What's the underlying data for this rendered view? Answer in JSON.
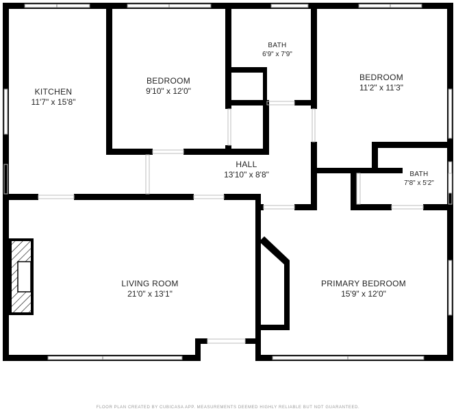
{
  "rooms": {
    "kitchen": {
      "name": "KITCHEN",
      "dim": "11'7\" x 15'8\""
    },
    "bedroom1": {
      "name": "BEDROOM",
      "dim": "9'10\" x 12'0\""
    },
    "bath1": {
      "name": "BATH",
      "dim": "6'9\" x 7'9\""
    },
    "bedroom2": {
      "name": "BEDROOM",
      "dim": "11'2\" x 11'3\""
    },
    "hall": {
      "name": "HALL",
      "dim": "13'10\" x 8'8\""
    },
    "bath2": {
      "name": "BATH",
      "dim": "7'8\" x 5'2\""
    },
    "living": {
      "name": "LIVING ROOM",
      "dim": "21'0\" x 13'1\""
    },
    "primary": {
      "name": "PRIMARY BEDROOM",
      "dim": "15'9\" x 12'0\""
    }
  },
  "footer": "FLOOR PLAN CREATED BY CUBICASA APP. MEASUREMENTS DEEMED HIGHLY RELIABLE BUT NOT GUARANTEED.",
  "colors": {
    "wall": "#000000",
    "window": "#7a7a7a",
    "background": "#ffffff"
  }
}
